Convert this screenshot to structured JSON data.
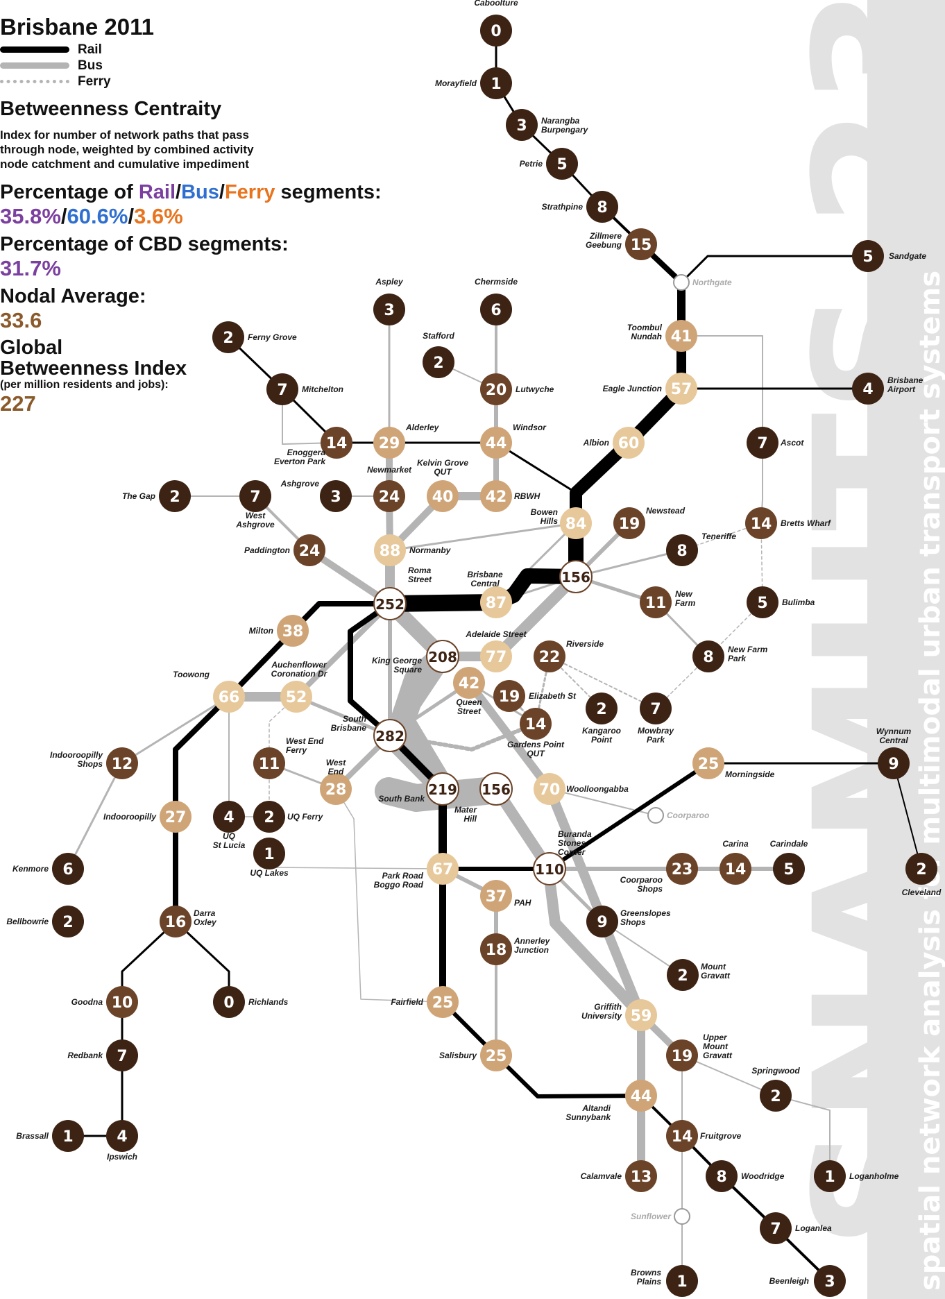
{
  "legend": {
    "title": "Brisbane 2011",
    "rail": "Rail",
    "bus": "Bus",
    "ferry": "Ferry",
    "centrality_title": "Betweenness Centraity",
    "centrality_desc_1": "Index for number of network paths that pass",
    "centrality_desc_2": "through node, weighted by combined activity",
    "centrality_desc_3": "node catchment and cumulative impediment",
    "pct_prefix": "Percentage of ",
    "pct_rail": "Rail",
    "pct_bus": "Bus",
    "pct_ferry": "Ferry",
    "pct_suffix": " segments:",
    "pct_rail_val": "35.8%",
    "pct_bus_val": "60.6%",
    "pct_ferry_val": "3.6%",
    "slash": "/",
    "cbd_title": "Percentage of CBD segments:",
    "cbd_val": "31.7%",
    "nodal_title": "Nodal Average:",
    "nodal_val": "33.6",
    "global_1": "Global",
    "global_2": "Betweenness Index",
    "global_3": "(per million residents and jobs):",
    "global_val": "227"
  },
  "watermark": {
    "big": "SNAMUTS 23",
    "side": "spatial network analysis for multimodal urban transport systems"
  },
  "colors": {
    "c0": "#3d2314",
    "c1": "#6b4328",
    "c2": "#9c7251",
    "c3": "#cfa578",
    "c4": "#e7c89a",
    "c5": "#ffffff",
    "rail": "#000000",
    "bus": "#b4b4b4",
    "ferry": "#b4b4b4",
    "watermark": "#e2e2e2"
  },
  "nodes": [
    {
      "id": "caboolture",
      "value": "0",
      "name": "Caboolture"
    },
    {
      "id": "morayfield",
      "value": "1",
      "name": "Morayfield"
    },
    {
      "id": "narangba",
      "value": "3",
      "name": "Narangba\nBurpengary"
    },
    {
      "id": "petrie",
      "value": "5",
      "name": "Petrie"
    },
    {
      "id": "strathpine",
      "value": "8",
      "name": "Strathpine"
    },
    {
      "id": "zillmere",
      "value": "15",
      "name": "Zillmere\nGeebung"
    },
    {
      "id": "sandgate",
      "value": "5",
      "name": "Sandgate"
    },
    {
      "id": "northgate",
      "value": "",
      "name": "Northgate"
    },
    {
      "id": "toombul",
      "value": "41",
      "name": "Toombul\nNundah"
    },
    {
      "id": "eaglejn",
      "value": "57",
      "name": "Eagle Junction"
    },
    {
      "id": "airport",
      "value": "4",
      "name": "Brisbane\nAirport"
    },
    {
      "id": "ascot",
      "value": "7",
      "name": "Ascot"
    },
    {
      "id": "albion",
      "value": "60",
      "name": "Albion"
    },
    {
      "id": "aspley",
      "value": "3",
      "name": "Aspley"
    },
    {
      "id": "chermside",
      "value": "6",
      "name": "Chermside"
    },
    {
      "id": "stafford",
      "value": "2",
      "name": "Stafford"
    },
    {
      "id": "lutwyche",
      "value": "20",
      "name": "Lutwyche"
    },
    {
      "id": "ferngrove",
      "value": "2",
      "name": "Ferny Grove"
    },
    {
      "id": "mitchelton",
      "value": "7",
      "name": "Mitchelton"
    },
    {
      "id": "enoggera",
      "value": "14",
      "name": "Enoggera\nEverton Park"
    },
    {
      "id": "alderley",
      "value": "29",
      "name": "Alderley"
    },
    {
      "id": "windsor",
      "value": "44",
      "name": "Windsor"
    },
    {
      "id": "kelvingrove",
      "value": "40",
      "name": "Kelvin Grove\nQUT"
    },
    {
      "id": "rbwh",
      "value": "42",
      "name": "RBWH"
    },
    {
      "id": "thegap",
      "value": "2",
      "name": "The Gap"
    },
    {
      "id": "westashgrove",
      "value": "7",
      "name": "West\nAshgrove"
    },
    {
      "id": "ashgrove",
      "value": "3",
      "name": "Ashgrove"
    },
    {
      "id": "newmarket",
      "value": "24",
      "name": "Newmarket"
    },
    {
      "id": "bowenhills",
      "value": "84",
      "name": "Bowen\nHills"
    },
    {
      "id": "newstead",
      "value": "19",
      "name": "Newstead"
    },
    {
      "id": "brettswharf",
      "value": "14",
      "name": "Bretts Wharf"
    },
    {
      "id": "paddington",
      "value": "24",
      "name": "Paddington"
    },
    {
      "id": "normanby",
      "value": "88",
      "name": "Normanby"
    },
    {
      "id": "teneriffe",
      "value": "8",
      "name": "Teneriffe"
    },
    {
      "id": "fortitude",
      "value": "156",
      "name": ""
    },
    {
      "id": "newfarm",
      "value": "11",
      "name": "New\nFarm"
    },
    {
      "id": "bulimba",
      "value": "5",
      "name": "Bulimba"
    },
    {
      "id": "romast",
      "value": "252",
      "name": "Roma\nStreet"
    },
    {
      "id": "central",
      "value": "87",
      "name": "Brisbane\nCentral"
    },
    {
      "id": "milton",
      "value": "38",
      "name": "Milton"
    },
    {
      "id": "kinggeorge",
      "value": "208",
      "name": "King George\nSquare"
    },
    {
      "id": "adelaide",
      "value": "77",
      "name": "Adelaide Street"
    },
    {
      "id": "riverside",
      "value": "22",
      "name": "Riverside"
    },
    {
      "id": "newfarmpark",
      "value": "8",
      "name": "New Farm\nPark"
    },
    {
      "id": "toowong",
      "value": "66",
      "name": "Toowong"
    },
    {
      "id": "auchenflower",
      "value": "52",
      "name": "Auchenflower\nCoronation Dr"
    },
    {
      "id": "queenst",
      "value": "42",
      "name": "Queen\nStreet"
    },
    {
      "id": "elizabethst",
      "value": "19",
      "name": "Elizabeth St"
    },
    {
      "id": "kangaroopt",
      "value": "2",
      "name": "Kangaroo\nPoint"
    },
    {
      "id": "mowbraypark",
      "value": "7",
      "name": "Mowbray\nPark"
    },
    {
      "id": "gardenspt",
      "value": "14",
      "name": "Gardens Point\nQUT"
    },
    {
      "id": "southbrisbane",
      "value": "282",
      "name": "South\nBrisbane"
    },
    {
      "id": "indooroopillyshops",
      "value": "12",
      "name": "Indooroopilly\nShops"
    },
    {
      "id": "westendferry",
      "value": "11",
      "name": "West End\nFerry"
    },
    {
      "id": "westend",
      "value": "28",
      "name": "West\nEnd"
    },
    {
      "id": "morningside",
      "value": "25",
      "name": "Morningside"
    },
    {
      "id": "wynnum",
      "value": "9",
      "name": "Wynnum\nCentral"
    },
    {
      "id": "southbank",
      "value": "219",
      "name": "South Bank"
    },
    {
      "id": "materhill",
      "value": "156",
      "name": "Mater\nHill"
    },
    {
      "id": "woolloongabba",
      "value": "70",
      "name": "Woolloongabba"
    },
    {
      "id": "coorparoo",
      "value": "",
      "name": "Coorparoo"
    },
    {
      "id": "indooroopilly",
      "value": "27",
      "name": "Indooroopilly"
    },
    {
      "id": "uqstlucia",
      "value": "4",
      "name": "UQ\nSt Lucia"
    },
    {
      "id": "uqferry",
      "value": "2",
      "name": "UQ Ferry"
    },
    {
      "id": "uqlakes",
      "value": "1",
      "name": "UQ Lakes"
    },
    {
      "id": "kenmore",
      "value": "6",
      "name": "Kenmore"
    },
    {
      "id": "parkroad",
      "value": "67",
      "name": "Park Road\nBoggo Road"
    },
    {
      "id": "buranda",
      "value": "110",
      "name": "Buranda\nStones\nCorner"
    },
    {
      "id": "coorparooshops",
      "value": "23",
      "name": "Coorparoo\nShops"
    },
    {
      "id": "carina",
      "value": "14",
      "name": "Carina"
    },
    {
      "id": "carindale",
      "value": "5",
      "name": "Carindale"
    },
    {
      "id": "cleveland",
      "value": "2",
      "name": "Cleveland"
    },
    {
      "id": "bellbowrie",
      "value": "2",
      "name": "Bellbowrie"
    },
    {
      "id": "pah",
      "value": "37",
      "name": "PAH"
    },
    {
      "id": "darra",
      "value": "16",
      "name": "Darra\nOxley"
    },
    {
      "id": "greenslopes",
      "value": "9",
      "name": "Greenslopes\nShops"
    },
    {
      "id": "annerley",
      "value": "18",
      "name": "Annerley\nJunction"
    },
    {
      "id": "mtgravatt",
      "value": "2",
      "name": "Mount\nGravatt"
    },
    {
      "id": "goodna",
      "value": "10",
      "name": "Goodna"
    },
    {
      "id": "richlands",
      "value": "0",
      "name": "Richlands"
    },
    {
      "id": "fairfield",
      "value": "25",
      "name": "Fairfield"
    },
    {
      "id": "griffith",
      "value": "59",
      "name": "Griffith\nUniversity"
    },
    {
      "id": "redbank",
      "value": "7",
      "name": "Redbank"
    },
    {
      "id": "salisbury",
      "value": "25",
      "name": "Salisbury"
    },
    {
      "id": "uppermtgravatt",
      "value": "19",
      "name": "Upper\nMount\nGravatt"
    },
    {
      "id": "springwood",
      "value": "2",
      "name": "Springwood"
    },
    {
      "id": "altandi",
      "value": "44",
      "name": "Altandi\nSunnybank"
    },
    {
      "id": "brassall",
      "value": "1",
      "name": "Brassall"
    },
    {
      "id": "ipswich",
      "value": "4",
      "name": "Ipswich"
    },
    {
      "id": "fruitgrove",
      "value": "14",
      "name": "Fruitgrove"
    },
    {
      "id": "calamvale",
      "value": "13",
      "name": "Calamvale"
    },
    {
      "id": "woodridge",
      "value": "8",
      "name": "Woodridge"
    },
    {
      "id": "loganholme",
      "value": "1",
      "name": "Loganholme"
    },
    {
      "id": "sunflower",
      "value": "",
      "name": "Sunflower"
    },
    {
      "id": "loganlea",
      "value": "7",
      "name": "Loganlea"
    },
    {
      "id": "brownsplains",
      "value": "1",
      "name": "Browns\nPlains"
    },
    {
      "id": "beenleigh",
      "value": "3",
      "name": "Beenleigh"
    }
  ]
}
